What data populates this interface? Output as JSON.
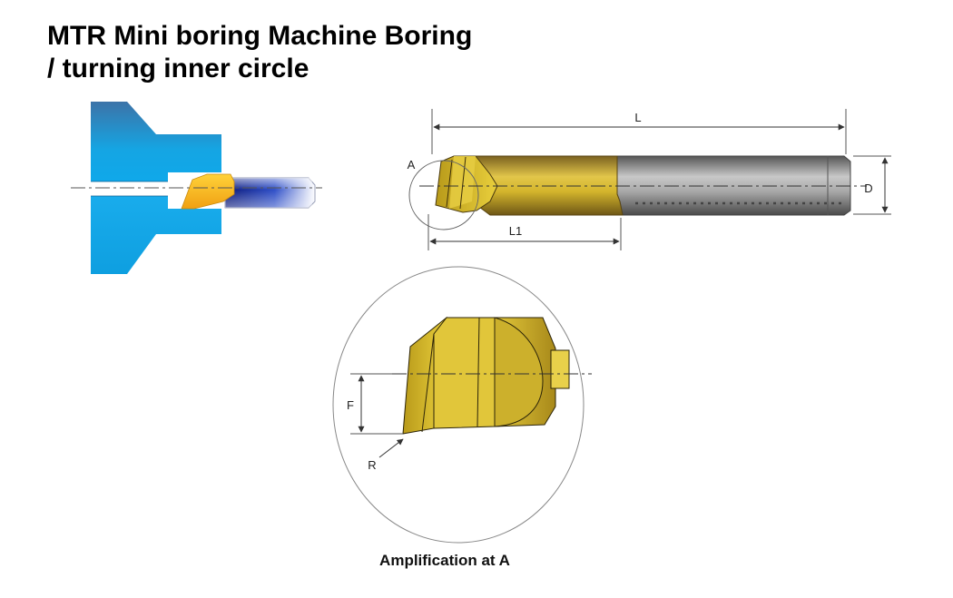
{
  "title": {
    "line1": "MTR Mini boring Machine Boring",
    "line2": "/ turning inner circle"
  },
  "labels": {
    "L": "L",
    "L1": "L1",
    "D": "D",
    "A": "A",
    "F": "F",
    "R": "R"
  },
  "caption": "Amplification at A",
  "colors": {
    "workpiece": "#1ea8e0",
    "insert_gold": "#d7b41c",
    "shank_grey": "#8d8d8d",
    "tool_blue": "#1d2f8f"
  }
}
